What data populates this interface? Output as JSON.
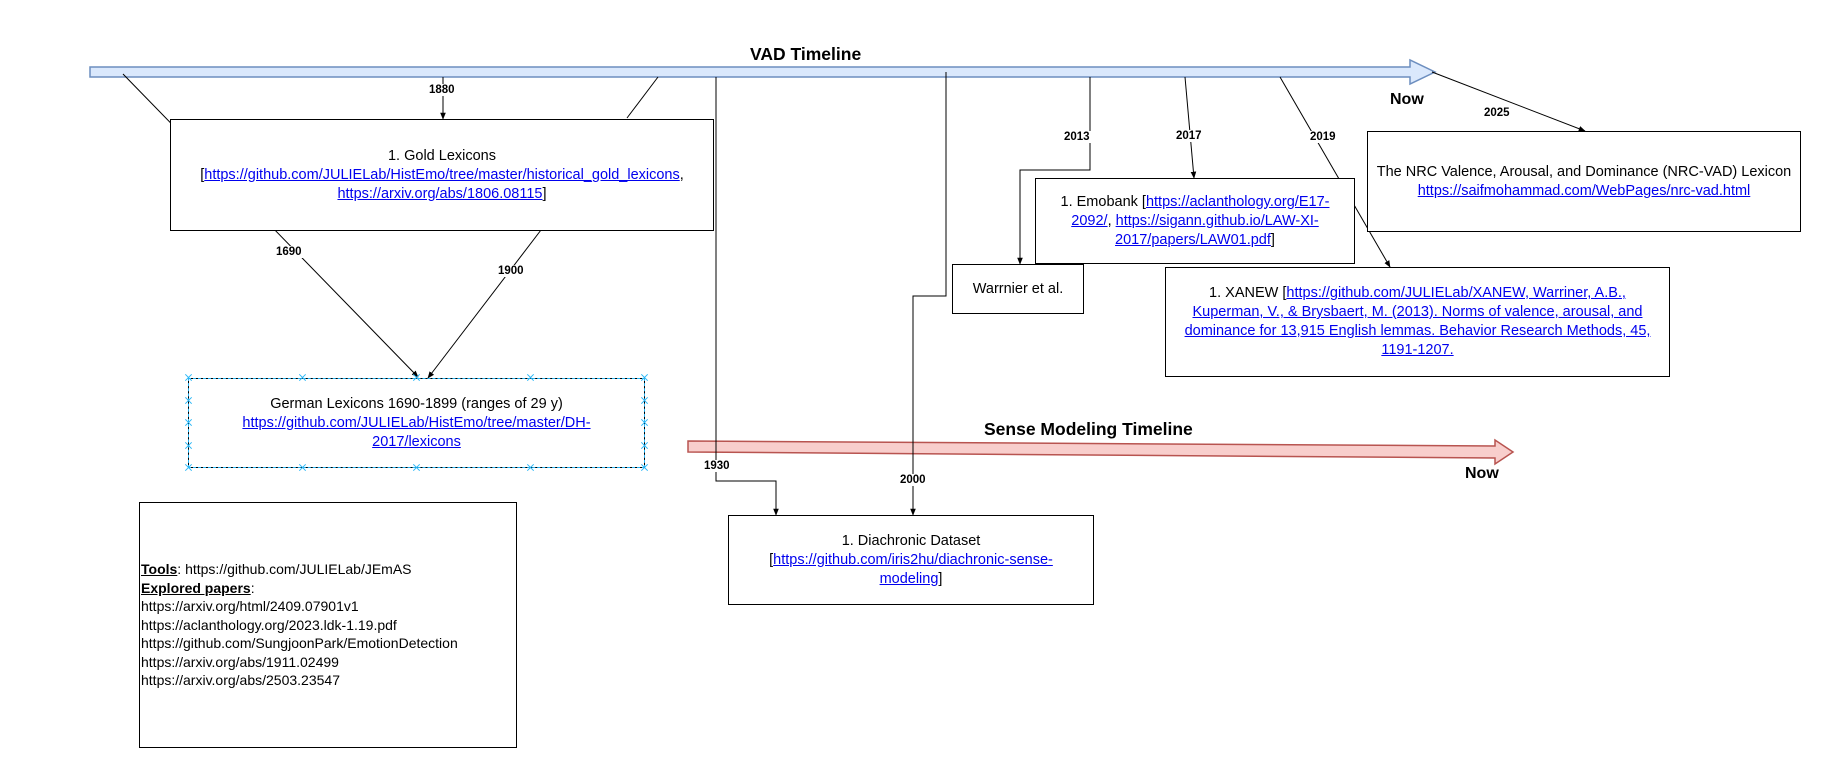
{
  "vad_timeline": {
    "title": "VAD Timeline",
    "now_label": "Now",
    "years": [
      "1880",
      "1690",
      "1900",
      "1930",
      "2000",
      "2013",
      "2017",
      "2019",
      "2025"
    ],
    "arrow_fill": "#dae8fc",
    "arrow_stroke": "#6c8ebf"
  },
  "sense_timeline": {
    "title": "Sense Modeling Timeline",
    "now_label": "Now",
    "arrow_fill": "#f8cecc",
    "arrow_stroke": "#b85450"
  },
  "boxes": {
    "gold": {
      "line1": "1. Gold Lexicons",
      "open_bracket": "[",
      "link1": "https://github.com/JULIELab/HistEmo/tree/master/historical_gold_lexicons",
      "comma": ",",
      "link2": " https://arxiv.org/abs/1806.08115",
      "close_bracket": "]"
    },
    "german": {
      "line1": "German Lexicons 1690-1899 (ranges of 29 y)",
      "link1": "https://github.com/JULIELab/HistEmo/tree/master/DH-2017/lexicons"
    },
    "emobank": {
      "prefix": "1. Emobank [",
      "link1": "https://aclanthology.org/E17-2092/",
      "comma": ", ",
      "link2": "https://sigann.github.io/LAW-XI-2017/papers/LAW01.pdf",
      "close_bracket": "]"
    },
    "warrnier": {
      "label": "Warrnier et al."
    },
    "xanew": {
      "prefix": "1. XANEW [",
      "link1": "https://github.com/JULIELab/XANEW, Warriner, A.B., Kuperman, V., & Brysbaert, M. (2013). Norms of valence, arousal, and dominance for 13,915 English lemmas. Behavior Research Methods, 45, 1191-1207."
    },
    "nrc": {
      "line1": "The NRC Valence, Arousal, and Dominance (NRC-VAD) Lexicon",
      "link1": "https://saifmohammad.com/WebPages/nrc-vad.html"
    },
    "diachronic": {
      "line1": "1. Diachronic Dataset",
      "open_bracket": "[",
      "link1": "https://github.com/iris2hu/diachronic-sense-modeling",
      "close_bracket": "]"
    }
  },
  "tools_box": {
    "tools_label": "Tools",
    "tools_value": ": https://github.com/JULIELab/JEmAS",
    "papers_label": "Explored papers",
    "papers_colon": ":",
    "papers": [
      "https://arxiv.org/html/2409.07901v1",
      "https://aclanthology.org/2023.ldk-1.19.pdf",
      "https://github.com/SungjoonPark/EmotionDetection",
      "https://arxiv.org/abs/1911.02499",
      "https://arxiv.org/abs/2503.23547"
    ]
  }
}
